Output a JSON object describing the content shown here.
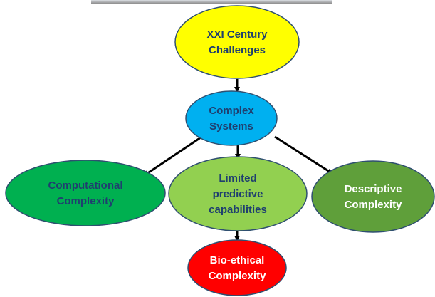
{
  "colors": {
    "stroke": "#2f4f70",
    "arrow": "#000000",
    "photo_strip": "#8c8c8c"
  },
  "nodes": [
    {
      "id": "xxi-century-challenges",
      "lines": [
        "XXI Century",
        "Challenges"
      ],
      "fill": "#ffff00",
      "text_color": "#1f3f6f"
    },
    {
      "id": "complex-systems",
      "lines": [
        "Complex",
        "Systems"
      ],
      "fill": "#00b0f0",
      "text_color": "#1f3f6f"
    },
    {
      "id": "computational-complexity",
      "lines": [
        "Computational",
        "Complexity"
      ],
      "fill": "#00b050",
      "text_color": "#1f3f6f"
    },
    {
      "id": "limited-predictive-capabilities",
      "lines": [
        "Limited",
        "predictive",
        "capabilities"
      ],
      "fill": "#92d050",
      "text_color": "#1f3f6f"
    },
    {
      "id": "descriptive-complexity",
      "lines": [
        "Descriptive",
        "Complexity"
      ],
      "fill": "#5f9f3a",
      "text_color": "#ffffff"
    },
    {
      "id": "bio-ethical-complexity",
      "lines": [
        "Bio-ethical",
        "Complexity"
      ],
      "fill": "#ff0000",
      "text_color": "#ffffff"
    }
  ],
  "edges": [
    {
      "from": "xxi-century-challenges",
      "to": "complex-systems"
    },
    {
      "from": "complex-systems",
      "to": "computational-complexity"
    },
    {
      "from": "complex-systems",
      "to": "limited-predictive-capabilities"
    },
    {
      "from": "complex-systems",
      "to": "descriptive-complexity"
    },
    {
      "from": "limited-predictive-capabilities",
      "to": "bio-ethical-complexity"
    }
  ]
}
